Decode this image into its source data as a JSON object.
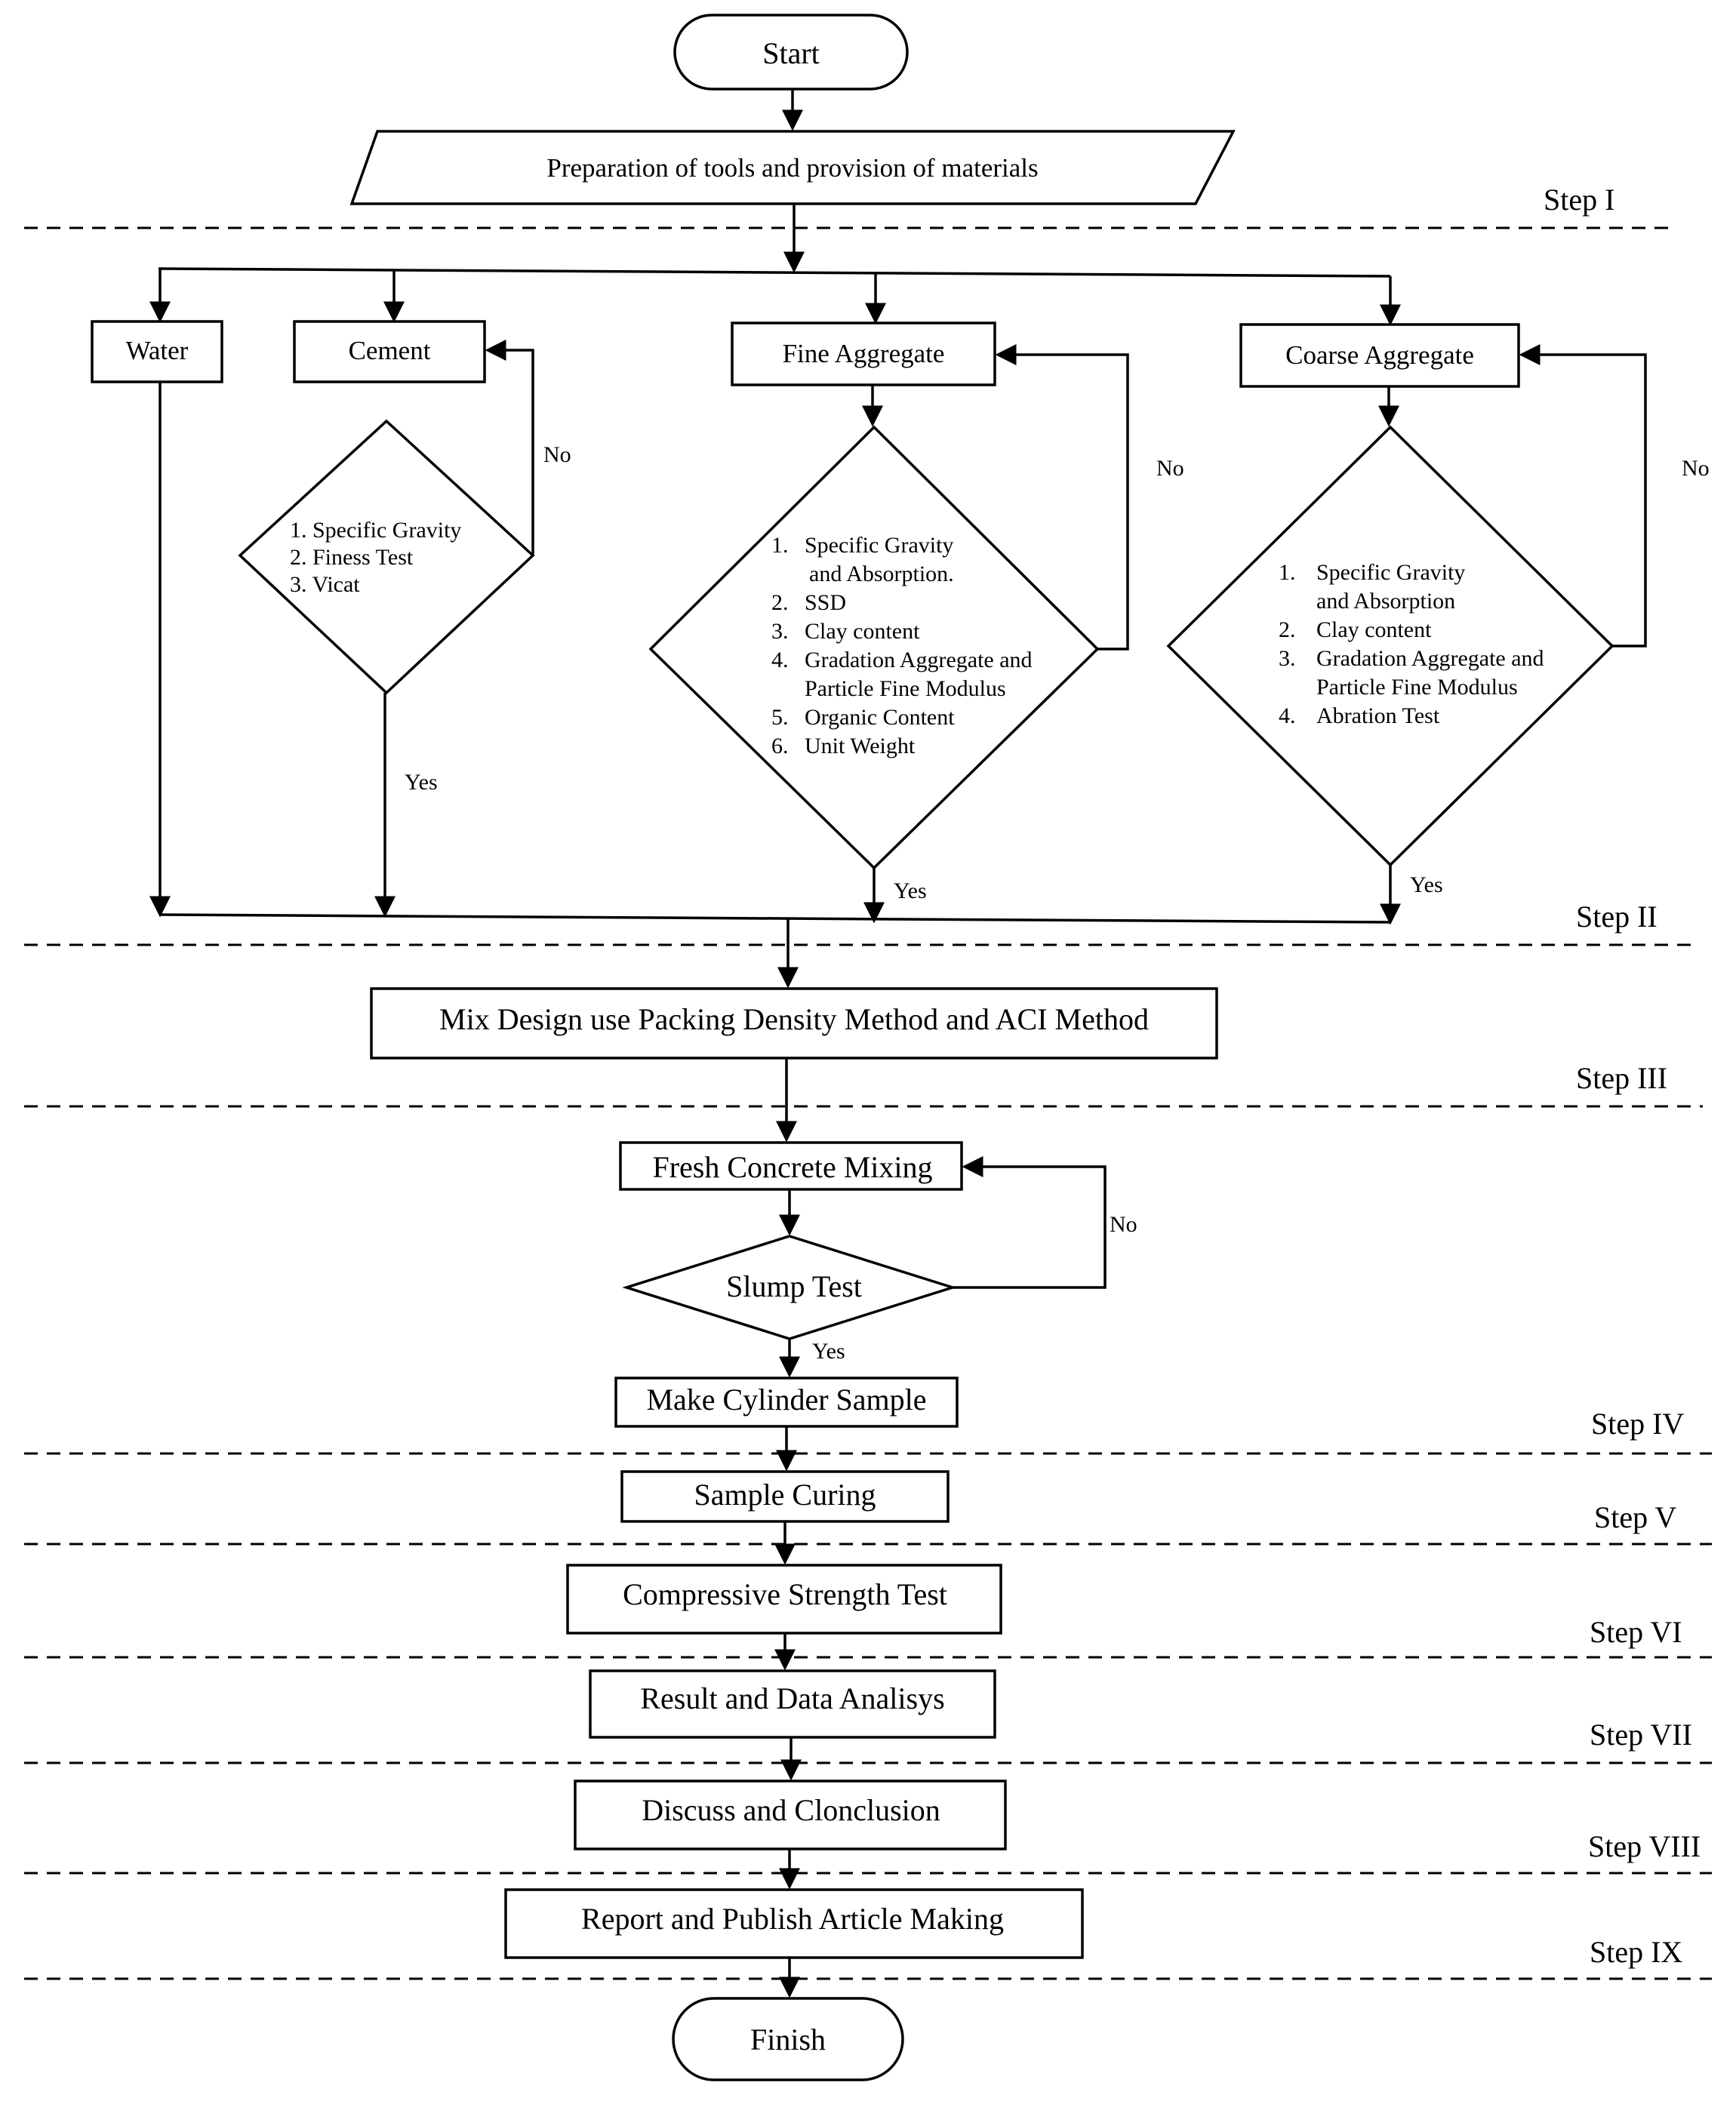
{
  "terminals": {
    "start": "Start",
    "finish": "Finish"
  },
  "preparation": "Preparation of tools and provision of materials",
  "materials": {
    "water": "Water",
    "cement": "Cement",
    "fine_aggregate": "Fine Aggregate",
    "coarse_aggregate": "Coarse Aggregate"
  },
  "cement_tests": [
    "1. Specific Gravity",
    "2. Finess Test",
    "3. Vicat"
  ],
  "fine_tests": {
    "numbers": [
      "1.",
      "2.",
      "3.",
      "4.",
      "5.",
      "6."
    ],
    "lines": [
      "Specific Gravity",
      "and Absorption.",
      "SSD",
      "Clay content",
      "Gradation Aggregate and",
      "Particle Fine Modulus",
      "Organic Content",
      "Unit Weight"
    ]
  },
  "coarse_tests": {
    "numbers": [
      "1.",
      "2.",
      "3.",
      "4."
    ],
    "lines": [
      "Specific Gravity",
      "and Absorption",
      "Clay content",
      "Gradation Aggregate and",
      "Particle Fine Modulus",
      "Abration Test"
    ]
  },
  "decisions": {
    "no": "No",
    "yes": "Yes"
  },
  "process": {
    "mix_design": "Mix Design use Packing Density Method and ACI Method",
    "fresh_mixing": "Fresh Concrete Mixing",
    "slump_test": "Slump Test",
    "cylinder_sample": "Make Cylinder Sample",
    "curing": "Sample Curing",
    "compressive": "Compressive Strength Test",
    "result": "Result and Data Analisys",
    "discuss": "Discuss and Clonclusion",
    "report": "Report and Publish Article Making"
  },
  "steps": [
    "Step I",
    "Step II",
    "Step III",
    "Step IV",
    "Step V",
    "Step VI",
    "Step VII",
    "Step VIII",
    "Step IX"
  ]
}
